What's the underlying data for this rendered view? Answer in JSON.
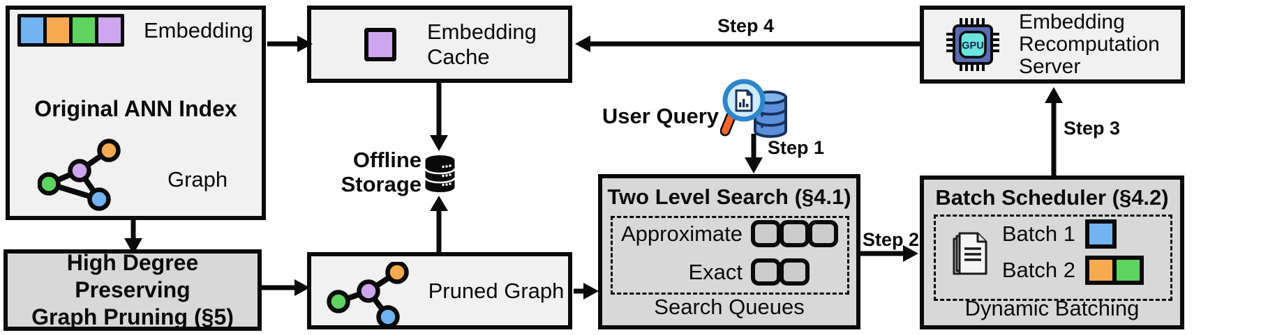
{
  "colors": {
    "blue": "#72b4f1",
    "orange": "#f6ab52",
    "green": "#5ed35f",
    "purple": "#cda6ee",
    "box_light": "#f1f1f1",
    "box_dark": "#d8d8d8",
    "queue_fill": "#cccccc",
    "db_blue": "#5b8fd9",
    "db_blue_light": "#82b4ec",
    "db_blue_dark": "#16325e",
    "lens_fill": "#cfeafc",
    "lens_rim": "#2e86c8",
    "handle_orange": "#f2662c",
    "chip_body": "#5a6cb4",
    "chip_screen": "#6ce4de"
  },
  "original_ann_index": {
    "title": "Original ANN Index",
    "embedding_label": "Embedding",
    "graph_label": "Graph"
  },
  "high_degree_pruning": {
    "line1": "High Degree Preserving",
    "line2": "Graph Pruning (§5)"
  },
  "embedding_cache": {
    "line1": "Embedding",
    "line2": "Cache"
  },
  "offline_storage": {
    "line1": "Offline",
    "line2": "Storage"
  },
  "pruned_graph": {
    "label": "Pruned Graph"
  },
  "user_query": {
    "label": "User Query"
  },
  "two_level_search": {
    "title": "Two Level Search (§4.1)",
    "approximate_label": "Approximate",
    "exact_label": "Exact",
    "footer": "Search Queues",
    "approximate_queue_count": 3,
    "exact_queue_count": 2
  },
  "batch_scheduler": {
    "title": "Batch Scheduler (§4.2)",
    "batch1_label": "Batch 1",
    "batch2_label": "Batch 2",
    "footer": "Dynamic Batching"
  },
  "recomputation_server": {
    "line1": "Embedding",
    "line2": "Recomputation",
    "line3": "Server",
    "gpu_label": "GPU"
  },
  "steps": {
    "step1": "Step 1",
    "step2": "Step 2",
    "step3": "Step 3",
    "step4": "Step 4"
  }
}
